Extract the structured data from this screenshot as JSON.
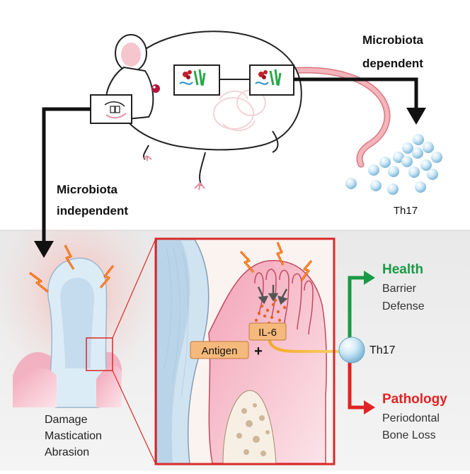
{
  "labels": {
    "microbiota_dependent_line1": "Microbiota",
    "microbiota_dependent_line2": "dependent",
    "microbiota_independent_line1": "Microbiota",
    "microbiota_independent_line2": "independent",
    "th17_top": "Th17",
    "damage": "Damage",
    "mastication": "Mastication",
    "abrasion": "Abrasion",
    "il6": "IL-6",
    "antigen": "Antigen",
    "plus": "+",
    "th17_right": "Th17",
    "health": "Health",
    "barrier": "Barrier",
    "defense": "Defense",
    "pathology": "Pathology",
    "periodontal": "Periodontal",
    "bone_loss": "Bone Loss"
  },
  "colors": {
    "health_green": "#1a9a45",
    "pathology_red": "#e02424",
    "inset_border": "#d92a2a",
    "label_box": "#f5b97c",
    "th17_cell": "#bfe3f5",
    "gingiva_pink": "#f2a7b8",
    "tooth": "#dcecf7",
    "lightning": "#f04a1a"
  },
  "icons": {
    "mouse": "mouse-illustration-icon",
    "lightning": "lightning-bolt-icon",
    "cell": "t-cell-icon"
  }
}
